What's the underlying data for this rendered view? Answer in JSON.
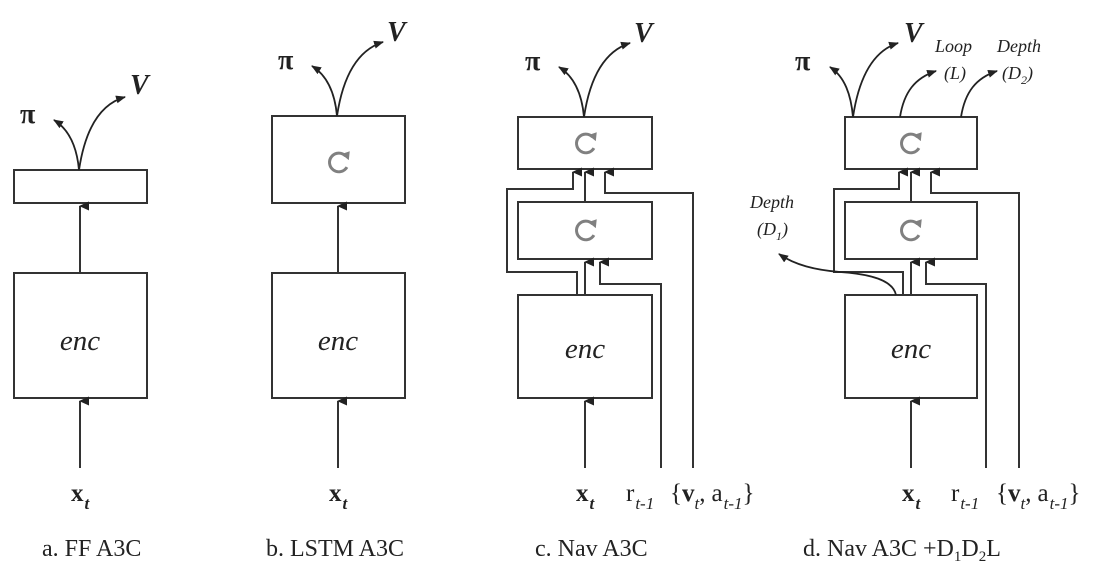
{
  "figure": {
    "panels": [
      {
        "id": "a",
        "caption": "a. FF A3C",
        "encoder_label": "enc",
        "core": "feedforward",
        "outputs": {
          "policy": "π",
          "value": "V"
        },
        "inputs": [
          {
            "main": "x",
            "sub": "t"
          }
        ]
      },
      {
        "id": "b",
        "caption": "b. LSTM A3C",
        "encoder_label": "enc",
        "core": "lstm",
        "outputs": {
          "policy": "π",
          "value": "V"
        },
        "inputs": [
          {
            "main": "x",
            "sub": "t"
          }
        ]
      },
      {
        "id": "c",
        "caption": "c. Nav A3C",
        "encoder_label": "enc",
        "core": "stacked-lstm",
        "outputs": {
          "policy": "π",
          "value": "V"
        },
        "inputs": [
          {
            "main": "x",
            "sub": "t"
          },
          {
            "main": "r",
            "sub": "t-1"
          },
          {
            "open": "{",
            "v": "v",
            "v_sub": "t",
            "sep": ",",
            "a": "a",
            "a_sub": "t-1",
            "close": "}"
          }
        ]
      },
      {
        "id": "d",
        "caption_main": "d. Nav A3C +D",
        "caption_sub1": "1",
        "caption_mid": "D",
        "caption_sub2": "2",
        "caption_end": "L",
        "encoder_label": "enc",
        "core": "stacked-lstm",
        "outputs": {
          "policy": "π",
          "value": "V"
        },
        "aux_outputs": {
          "loop_title": "Loop",
          "loop_symbol": "(L)",
          "depth2_title": "Depth",
          "depth2_symbol_open": "(D",
          "depth2_symbol_sub": "2",
          "depth2_symbol_close": ")",
          "depth1_title": "Depth",
          "depth1_symbol_open": "(D",
          "depth1_symbol_sub": "1",
          "depth1_symbol_close": ")"
        },
        "inputs": [
          {
            "main": "x",
            "sub": "t"
          },
          {
            "main": "r",
            "sub": "t-1"
          },
          {
            "open": "{",
            "v": "v",
            "v_sub": "t",
            "sep": ",",
            "a": "a",
            "a_sub": "t-1",
            "close": "}"
          }
        ]
      }
    ]
  }
}
